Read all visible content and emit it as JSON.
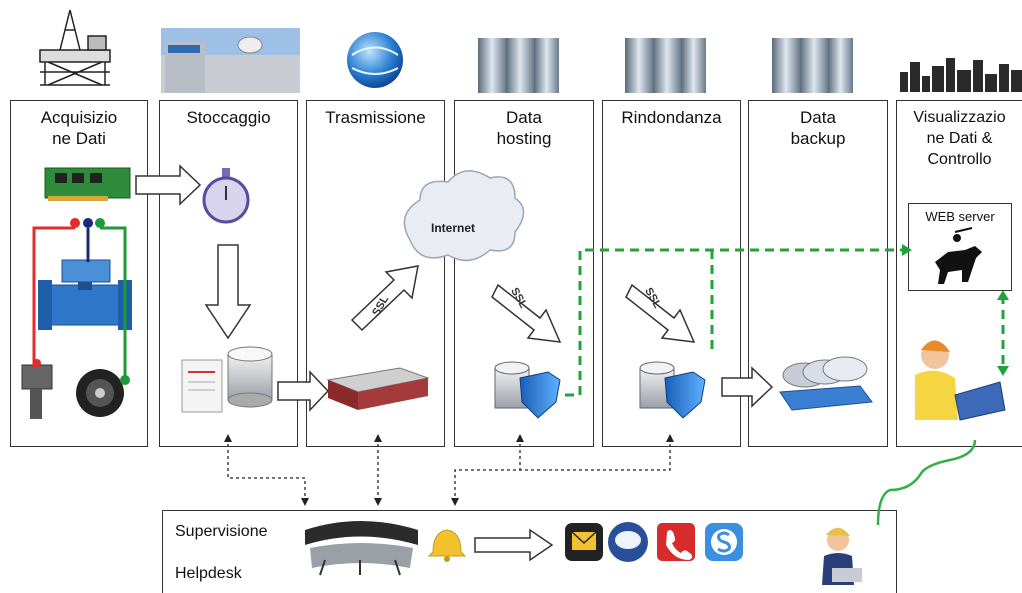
{
  "stages": [
    {
      "id": "acquisizione",
      "title": "Acquisizio\nne Dati"
    },
    {
      "id": "stoccaggio",
      "title": "Stoccaggio"
    },
    {
      "id": "trasmissione",
      "title": "Trasmissione"
    },
    {
      "id": "data-hosting",
      "title": "Data\nhosting"
    },
    {
      "id": "rindondanza",
      "title": "Rindondanza"
    },
    {
      "id": "data-backup",
      "title": "Data\nbackup"
    },
    {
      "id": "visualizzazione",
      "title": "Visualizzazio\nne Dati &\nControllo"
    }
  ],
  "cloud": {
    "label": "Internet"
  },
  "ssl_label": "SSL",
  "web_server": {
    "label": "WEB server"
  },
  "bottom": {
    "supervisione": "Supervisione",
    "helpdesk": "Helpdesk"
  },
  "colors": {
    "green_dashed": "#22a33a",
    "red": "#e52b2b",
    "navy": "#1a2a7a",
    "green": "#1e9a3a",
    "blue": "#2e7fd1"
  },
  "icons": [
    "oil-platform-icon",
    "warehouse-icon",
    "globe-icon",
    "server-rack-icon",
    "city-skyline-icon",
    "circuit-board-icon",
    "flow-meter-icon",
    "encoder-icon",
    "stopwatch-icon",
    "database-icon",
    "gateway-device-icon",
    "shield-database-icon",
    "disc-backup-icon",
    "horse-rider-icon",
    "operator-icon",
    "control-room-icon",
    "bell-icon",
    "email-icon",
    "sms-icon",
    "phone-icon",
    "skype-icon",
    "helpdesk-person-icon"
  ]
}
